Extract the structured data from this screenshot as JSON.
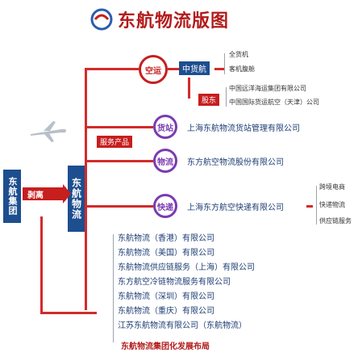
{
  "title": {
    "text": "东航物流版图",
    "logo": "eastern-logo-icon"
  },
  "left": {
    "root_label": "东航集团",
    "arrow_label": "剥离",
    "main_label": "东航物流"
  },
  "air": {
    "circle": "空运",
    "tag": "中货航",
    "lines": [
      "全货机",
      "客机腹舱"
    ],
    "partner_tag": "股东",
    "partner_lines": [
      "中国远洋海运集团有限公司",
      "中国国际货运航空（天津）公司"
    ]
  },
  "product_tag": "服务产品",
  "branches": [
    {
      "circle": "货站",
      "text": "上海东航物流货站管理有限公司"
    },
    {
      "circle": "物流",
      "text": "东方航空物流股份有限公司"
    },
    {
      "circle": "快递",
      "text": "上海东方航空快递有限公司",
      "side": [
        "跨境电商",
        "快递物流",
        "供应链服务"
      ]
    }
  ],
  "subsidiaries": [
    "东航物流（香港）有限公司",
    "东航物流（美国）有限公司",
    "东航物流供应链服务（上海）有限公司",
    "东方航空冷链物流服务有限公司",
    "东航物流（深圳）有限公司",
    "东航物流（重庆）有限公司",
    "江苏东航物流有限公司（东航物流）"
  ],
  "footer": "东航物流集团化发展布局"
}
